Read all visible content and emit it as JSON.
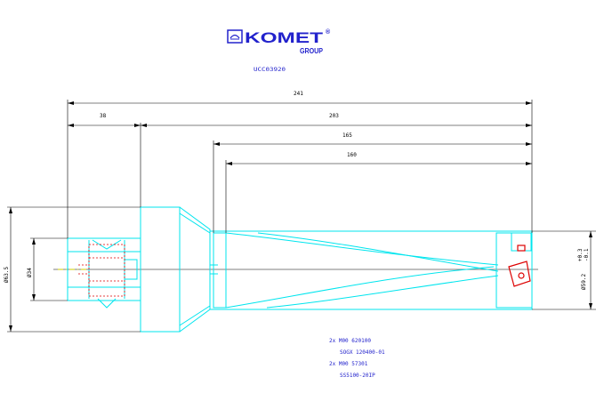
{
  "logo": {
    "brand": "KOMET",
    "registered": "®",
    "group": "GROUP"
  },
  "drawing_number": "UCC03920",
  "colors": {
    "outline": "#00e5ee",
    "dimension": "#000000",
    "hidden": "#dd0000",
    "centerline": "#cccc00",
    "text_blue": "#2222cc"
  },
  "dimensions": {
    "overall_length": "241",
    "shank_length": "38",
    "body_length": "203",
    "drill_length_1": "165",
    "drill_length_2": "160",
    "flange_diameter": "Ø63.5",
    "shank_diameter": "Ø34",
    "cutting_diameter": "Ø59.2",
    "tolerance_upper": "+0.3",
    "tolerance_lower": "-0.1"
  },
  "parts_list": [
    "2x M00 620100",
    "SOGX 120400-01",
    "2x M00 57301",
    "SS5100-20IP"
  ]
}
